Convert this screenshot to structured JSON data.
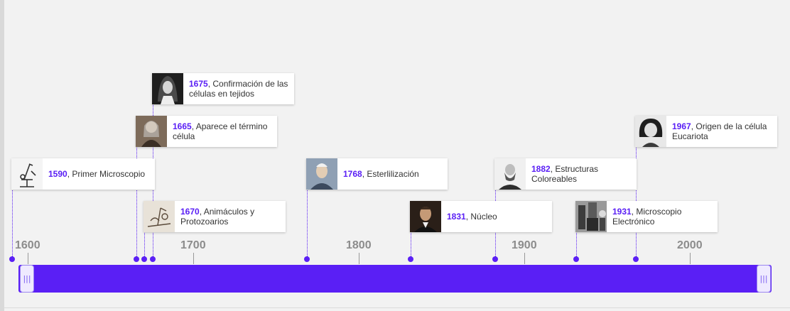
{
  "events": [
    {
      "year": "1590",
      "label": ", Primer Microscopio",
      "icon": "microscope-illustration-icon"
    },
    {
      "year": "1665",
      "label": ", Aparece el término célula",
      "icon": "portrait-icon"
    },
    {
      "year": "1670",
      "label": ", Animáculos y Protozoarios",
      "icon": "microscope-sketch-icon"
    },
    {
      "year": "1675",
      "label": ", Confirmación de las células en tejidos",
      "icon": "portrait-icon"
    },
    {
      "year": "1768",
      "label": ", Esterlilización",
      "icon": "portrait-icon"
    },
    {
      "year": "1831",
      "label": ", Núcleo",
      "icon": "portrait-icon"
    },
    {
      "year": "1882",
      "label": ", Estructuras Coloreables",
      "icon": "portrait-icon"
    },
    {
      "year": "1931",
      "label": ", Microscopio Electrónico",
      "icon": "electron-microscope-photo-icon"
    },
    {
      "year": "1967",
      "label": ", Origen de la célula Eucariota",
      "icon": "portrait-icon"
    }
  ],
  "axis": {
    "ticks": [
      "1600",
      "1700",
      "1800",
      "1900",
      "2000"
    ]
  },
  "slider": {
    "left_handle": "|||",
    "right_handle": "|||"
  },
  "colors": {
    "accent": "#5a1ff5",
    "background": "#f2f2f2"
  }
}
